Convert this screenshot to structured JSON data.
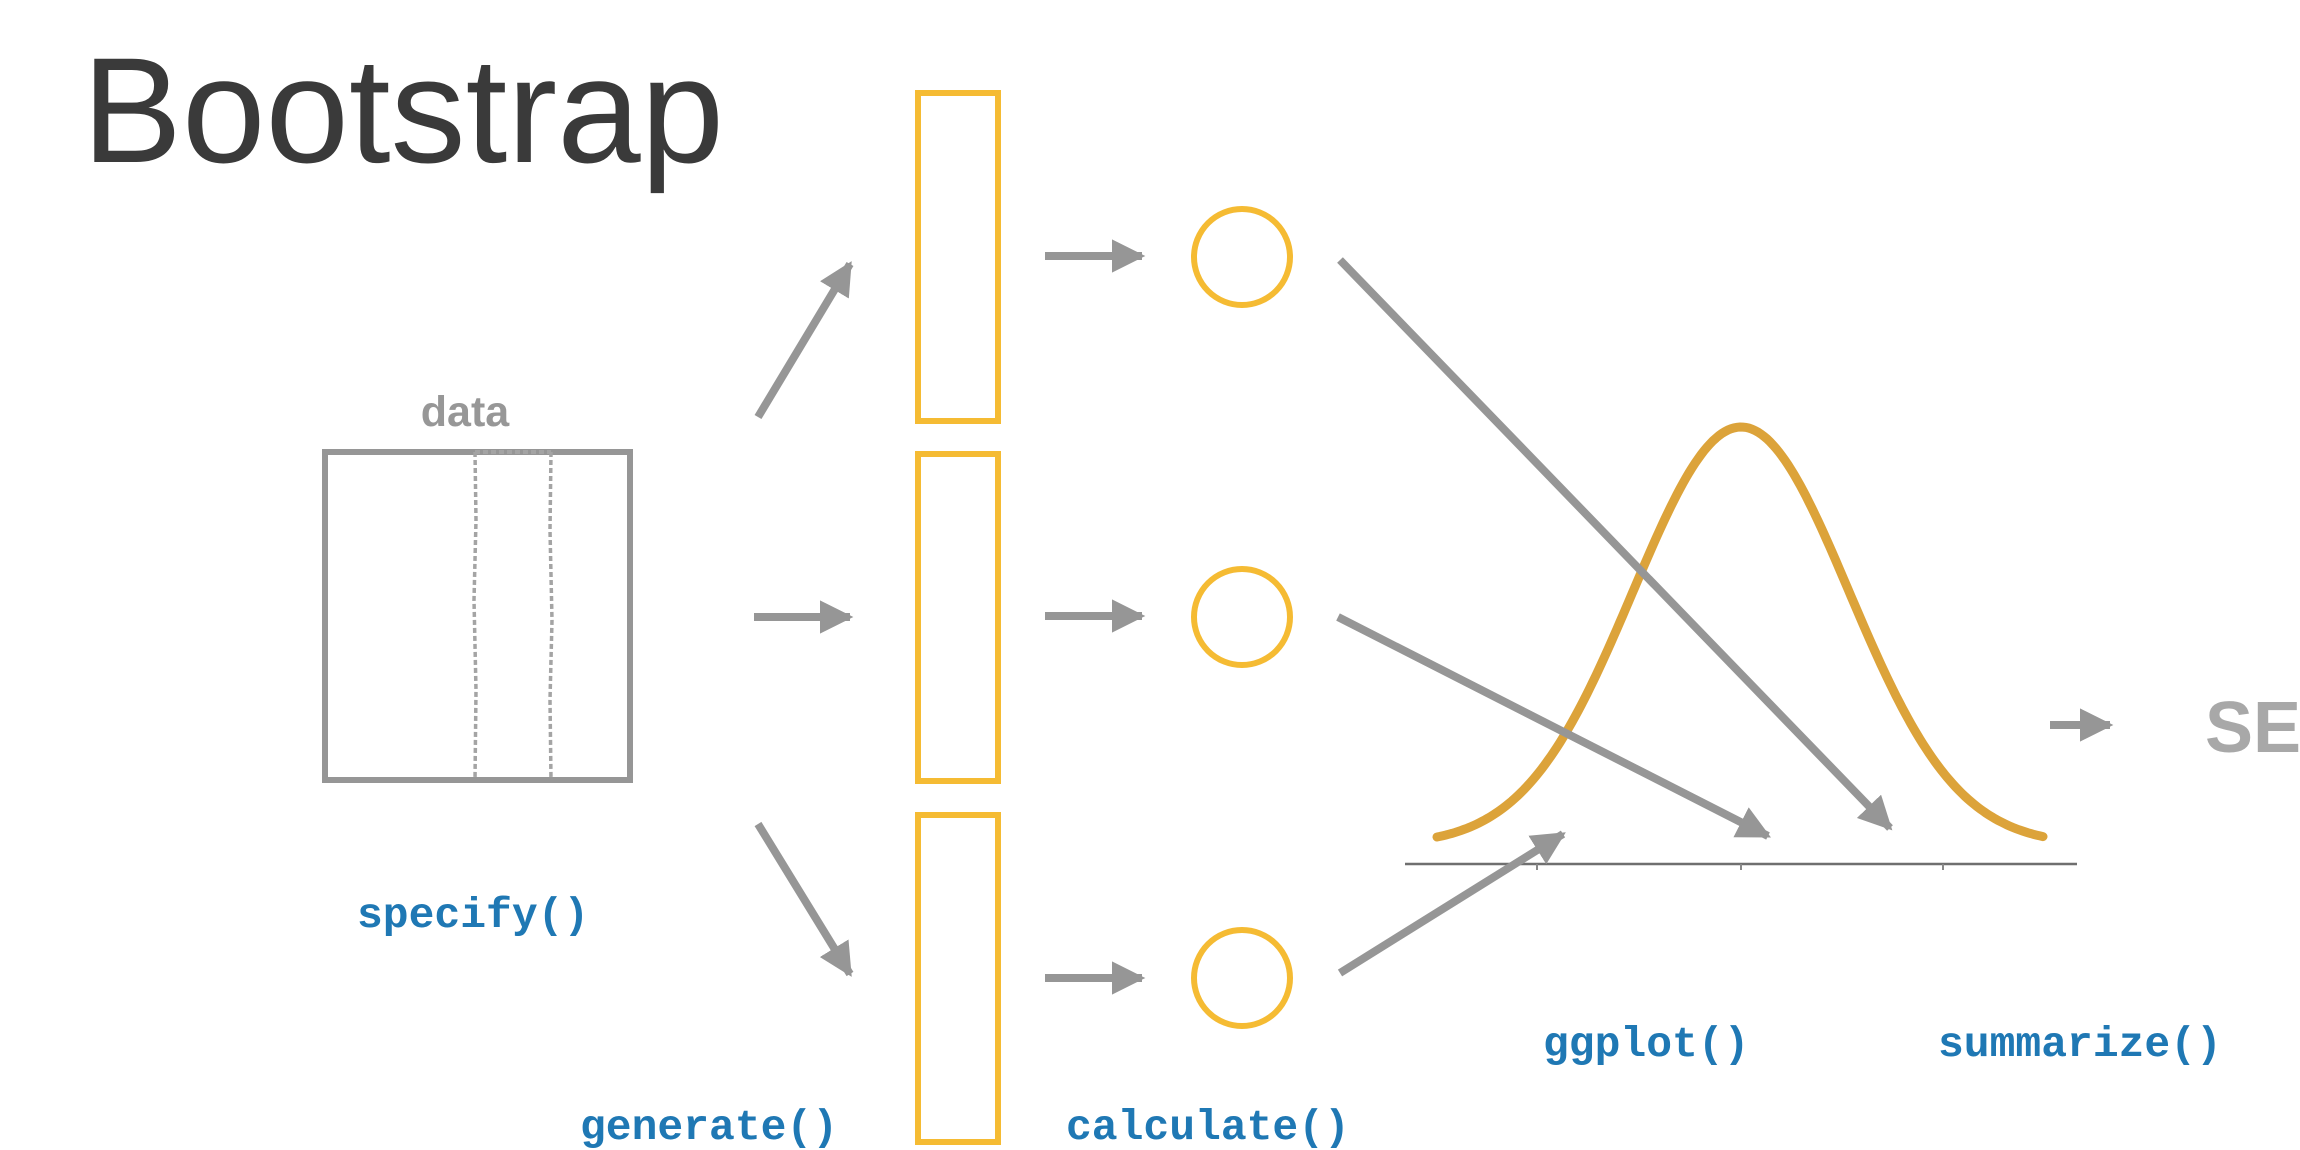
{
  "title": "Bootstrap",
  "data_label": "data",
  "functions": {
    "specify": "specify()",
    "generate": "generate()",
    "calculate": "calculate()",
    "ggplot": "ggplot()",
    "summarize": "summarize()"
  },
  "result_label": "SE",
  "colors": {
    "accent": "#f5bb33",
    "curve": "#dca33a",
    "arrow": "#969696",
    "code": "#1f78b4",
    "title": "#3a3a3a"
  }
}
